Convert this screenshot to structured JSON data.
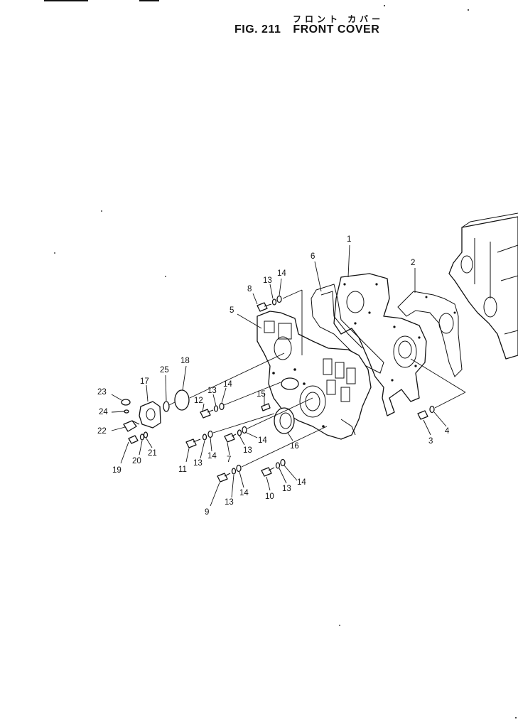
{
  "title": {
    "japanese": "フロント カバー",
    "figure": "FIG. 211",
    "name": "FRONT COVER"
  },
  "callouts": {
    "c1": "1",
    "c2": "2",
    "c3": "3",
    "c4": "4",
    "c5": "5",
    "c6": "6",
    "c7": "7",
    "c8": "8",
    "c9": "9",
    "c10": "10",
    "c11": "11",
    "c12": "12",
    "c13a": "13",
    "c13b": "13",
    "c13c": "13",
    "c13d": "13",
    "c13e": "13",
    "c13f": "13",
    "c14a": "14",
    "c14b": "14",
    "c14c": "14",
    "c14d": "14",
    "c14e": "14",
    "c14f": "14",
    "c15": "15",
    "c16": "16",
    "c17": "17",
    "c18": "18",
    "c19": "19",
    "c20": "20",
    "c21": "21",
    "c22": "22",
    "c23": "23",
    "c24": "24",
    "c25": "25"
  }
}
